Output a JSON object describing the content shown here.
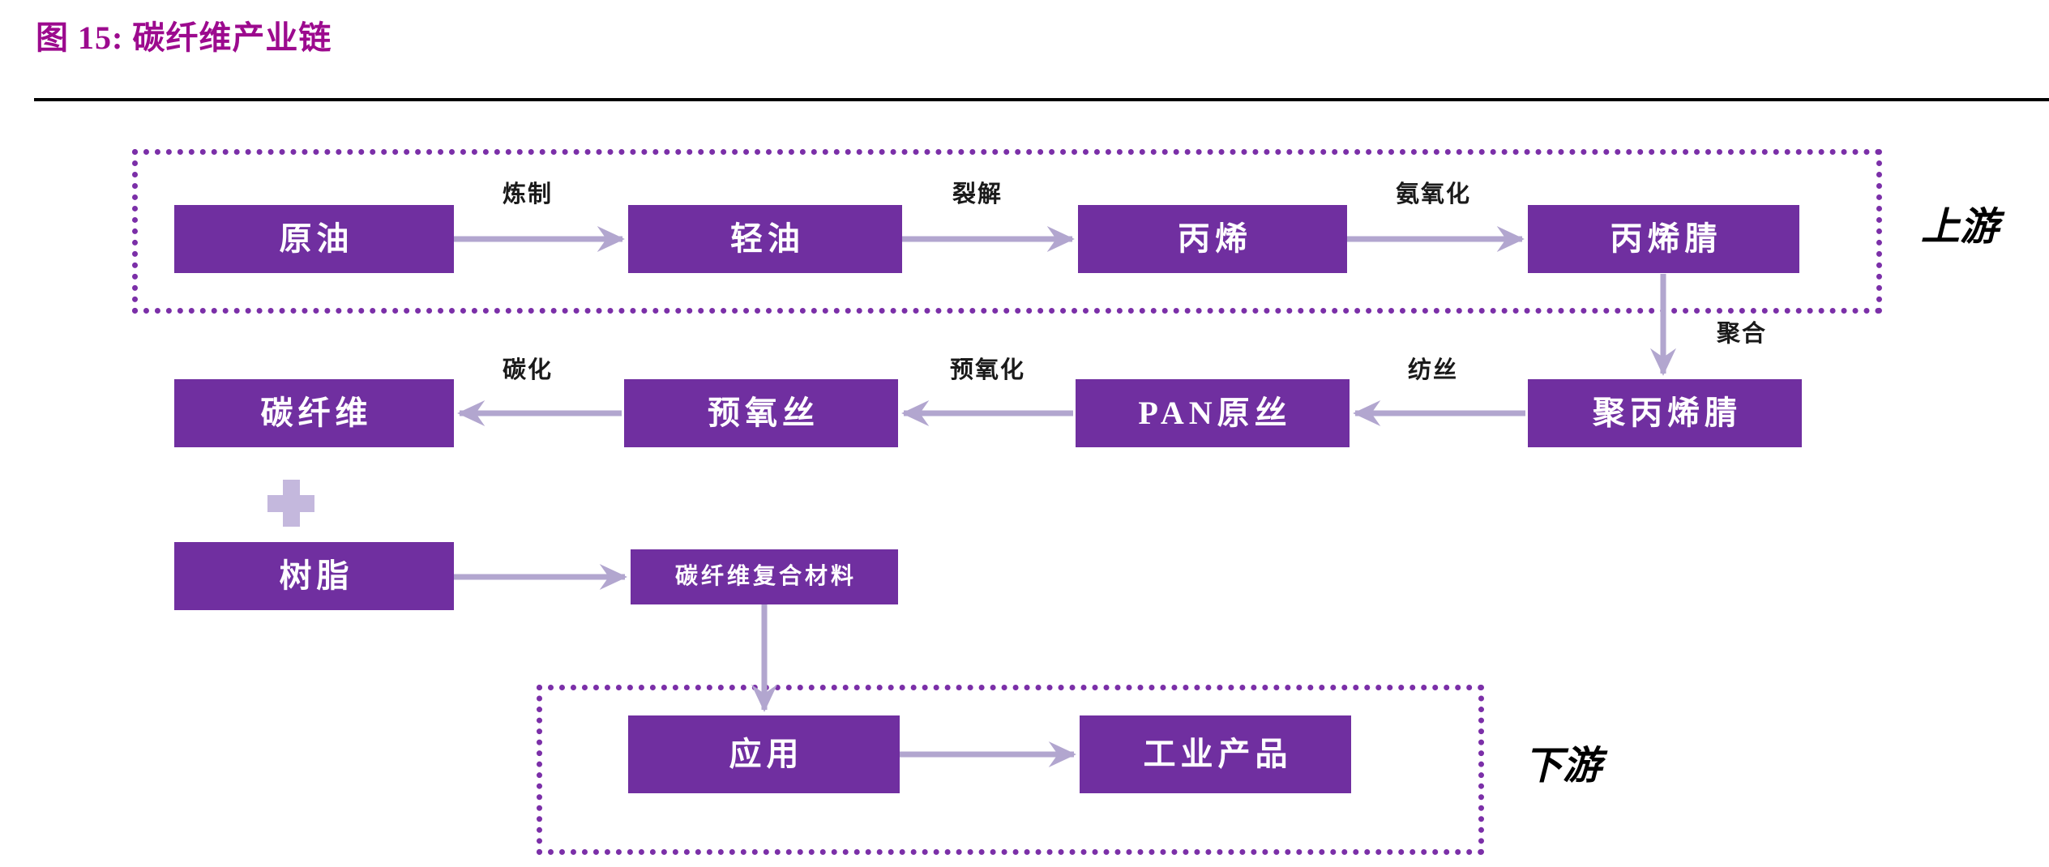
{
  "figure": {
    "title": "图 15: 碳纤维产业链",
    "title_color": "#9c0a8e",
    "rule_color": "#000000"
  },
  "palette": {
    "node_fill": "#702fa0",
    "node_text": "#ffffff",
    "connector": "#b2a6cf",
    "zone_border": "#7b2fa8",
    "plus_icon": "#c4b8dd",
    "edge_label_text": "#1a1a1a"
  },
  "zones": [
    {
      "id": "upstream",
      "label": "上游"
    },
    {
      "id": "downstream",
      "label": "下游"
    }
  ],
  "nodes": {
    "crude_oil": "原油",
    "light_oil": "轻油",
    "propylene": "丙烯",
    "acrylonitrile": "丙烯腈",
    "carbon_fiber": "碳纤维",
    "preoxidized_fiber": "预氧丝",
    "pan_precursor": "PAN原丝",
    "polyacrylonitrile": "聚丙烯腈",
    "resin": "树脂",
    "composite": "碳纤维复合材料",
    "application": "应用",
    "industrial_product": "工业产品"
  },
  "edges": [
    {
      "from": "原油",
      "to": "轻油",
      "label": "炼制",
      "direction": "right"
    },
    {
      "from": "轻油",
      "to": "丙烯",
      "label": "裂解",
      "direction": "right"
    },
    {
      "from": "丙烯",
      "to": "丙烯腈",
      "label": "氨氧化",
      "direction": "right"
    },
    {
      "from": "丙烯腈",
      "to": "聚丙烯腈",
      "label": "聚合",
      "direction": "down"
    },
    {
      "from": "聚丙烯腈",
      "to": "PAN原丝",
      "label": "纺丝",
      "direction": "left"
    },
    {
      "from": "PAN原丝",
      "to": "预氧丝",
      "label": "预氧化",
      "direction": "left"
    },
    {
      "from": "预氧丝",
      "to": "碳纤维",
      "label": "碳化",
      "direction": "left"
    },
    {
      "from": "树脂",
      "to": "碳纤维复合材料",
      "label": "",
      "direction": "right"
    },
    {
      "from": "碳纤维复合材料",
      "to": "应用",
      "label": "",
      "direction": "down"
    },
    {
      "from": "应用",
      "to": "工业产品",
      "label": "",
      "direction": "right"
    }
  ],
  "edge_labels": {
    "refine": "炼制",
    "crack": "裂解",
    "ammoxidation": "氨氧化",
    "polymerization": "聚合",
    "spinning": "纺丝",
    "preoxidation": "预氧化",
    "carbonization": "碳化"
  },
  "combiner": {
    "icon": "plus-icon",
    "meaning": "碳纤维 + 树脂"
  }
}
